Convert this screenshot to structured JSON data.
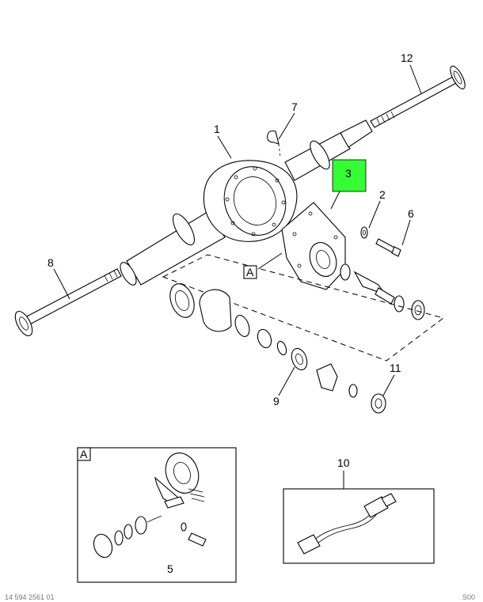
{
  "callouts": {
    "c1": "1",
    "c2": "2",
    "c3": "3",
    "c5": "5",
    "c6": "6",
    "c7": "7",
    "c8": "8",
    "c9": "9",
    "c10": "10",
    "c11": "11",
    "c12": "12"
  },
  "detail_labels": {
    "main_ref": "A",
    "box_ref": "A"
  },
  "highlight": {
    "part": "3",
    "color": "#33ff33"
  },
  "footer": {
    "left": "14 594 2561 01",
    "right": "S00"
  }
}
